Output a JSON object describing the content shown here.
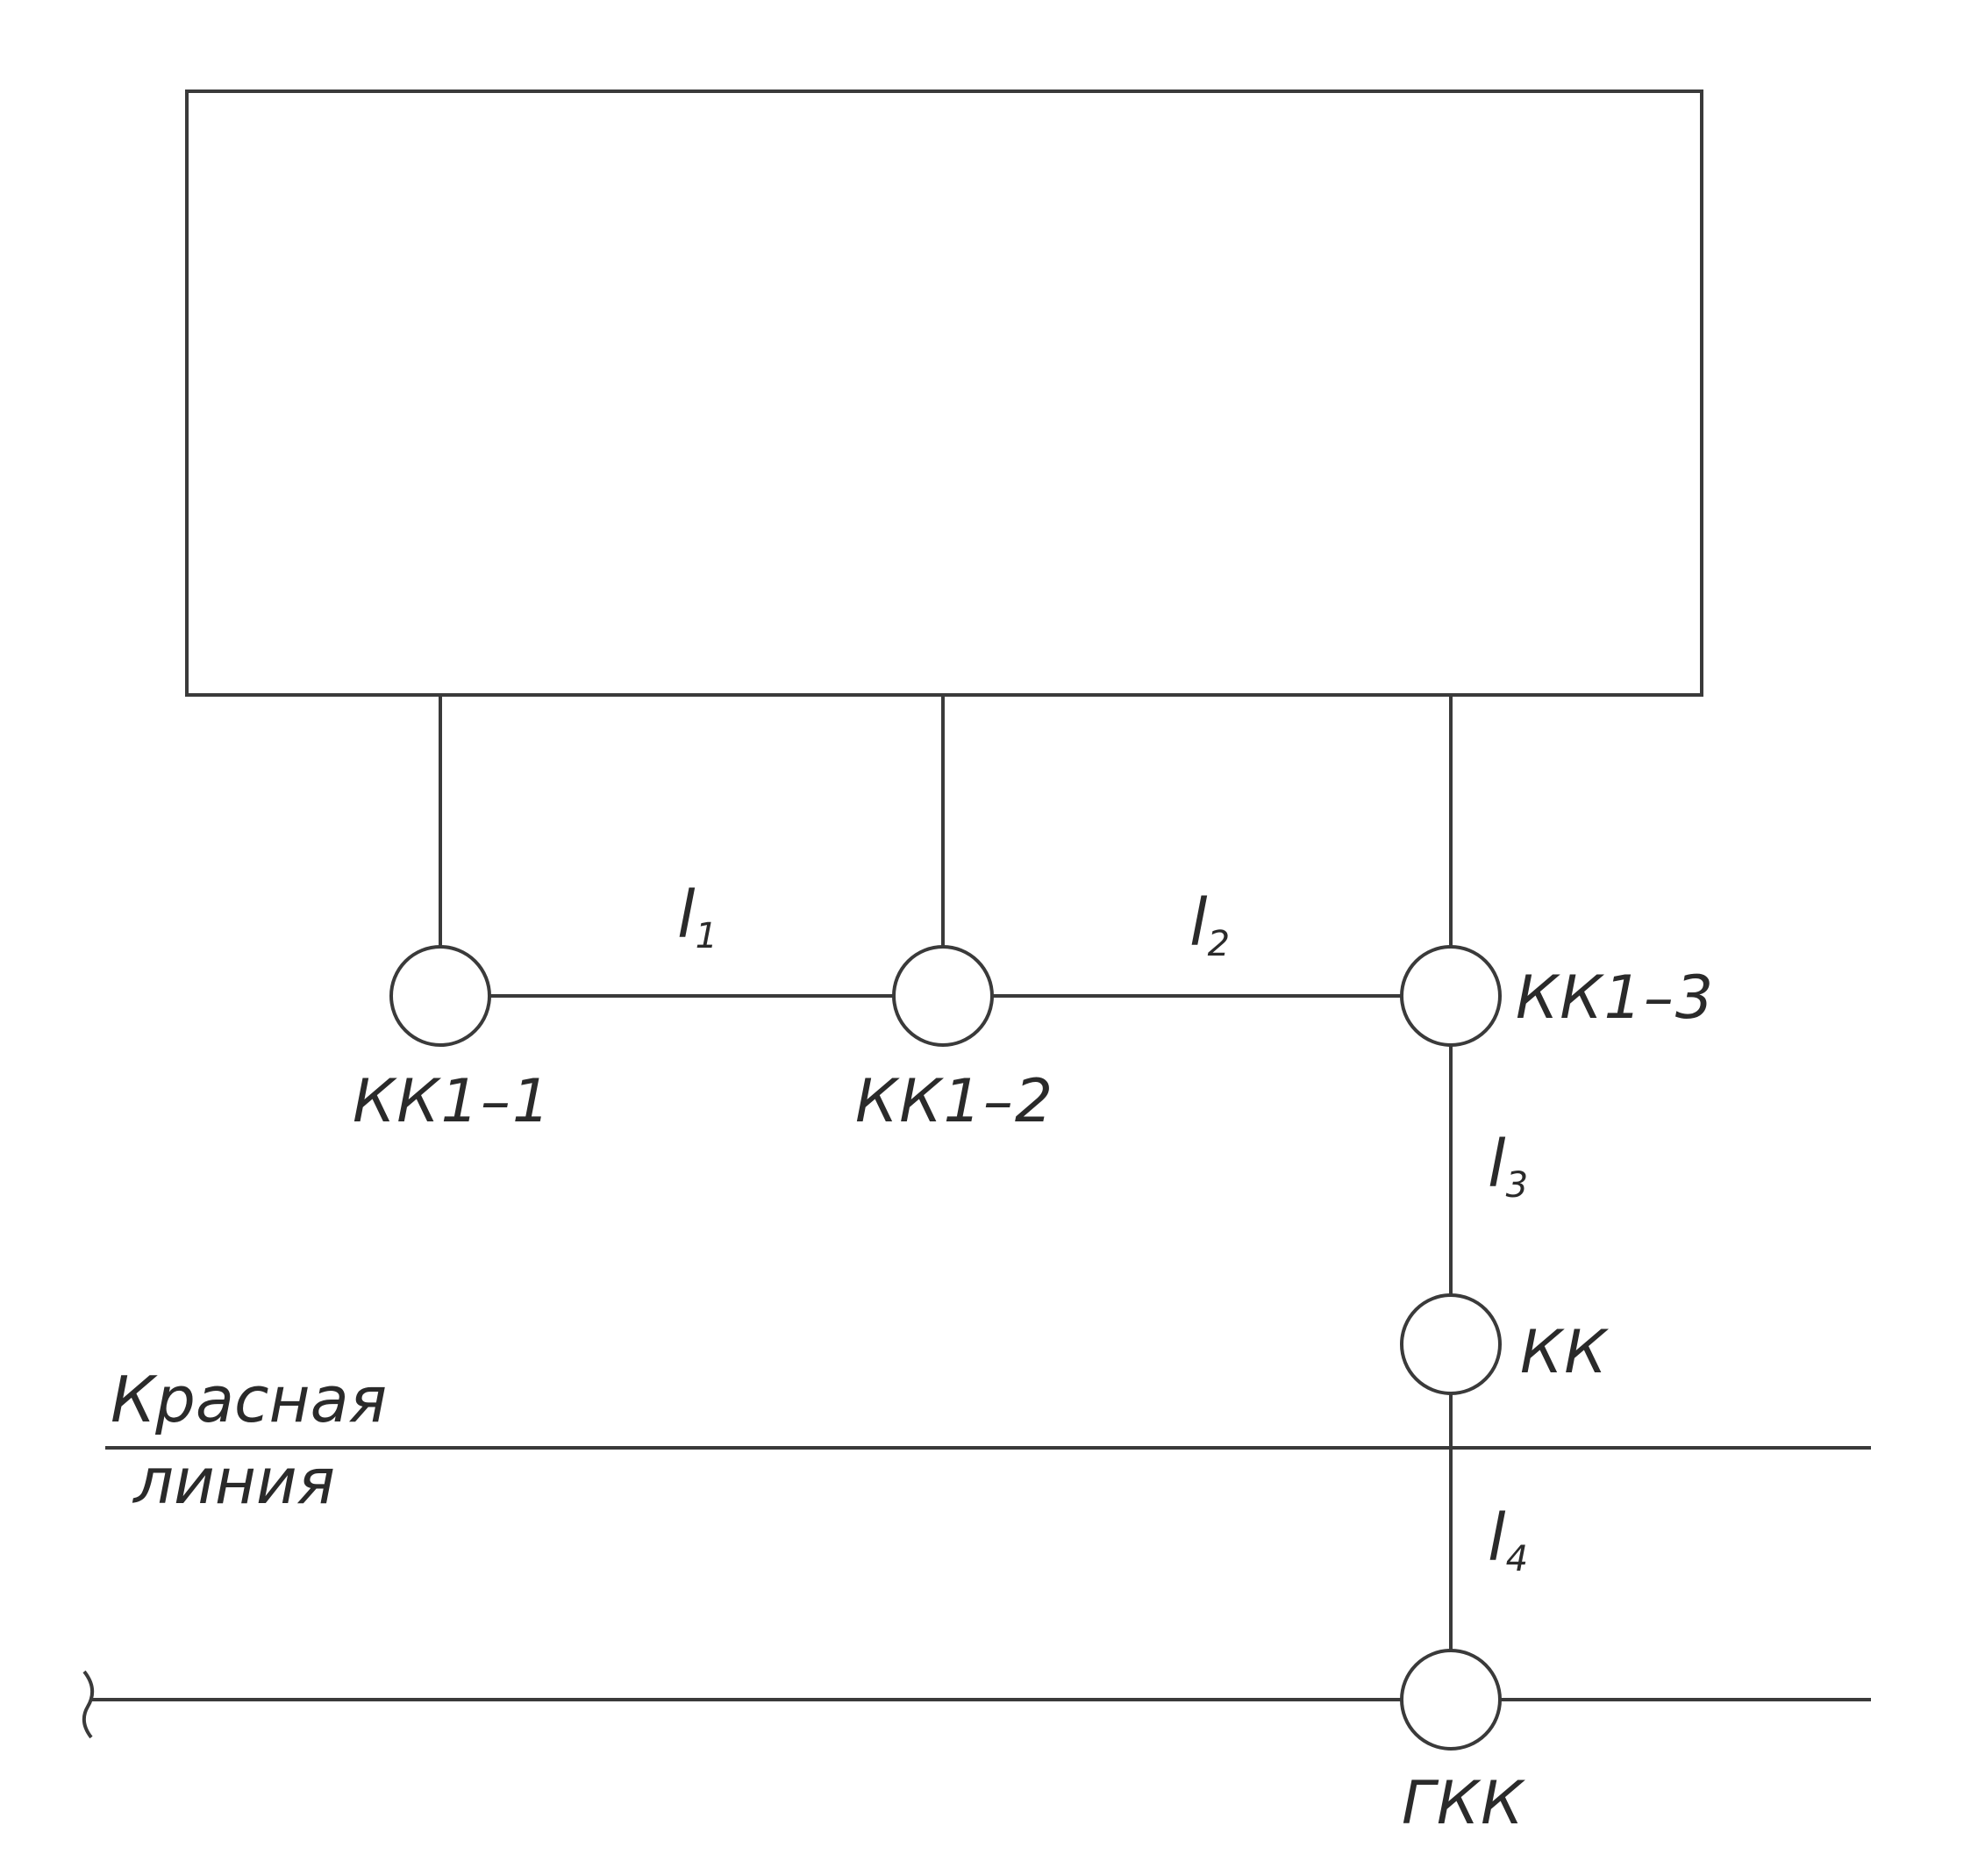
{
  "diagram": {
    "building": "",
    "wells": {
      "kk1_1": "КК1–1",
      "kk1_2": "КК1–2",
      "kk1_3": "КК1–3",
      "kk": "КК",
      "gkk": "ГКК"
    },
    "segments": {
      "l1": {
        "base": "l",
        "index": "1"
      },
      "l2": {
        "base": "l",
        "index": "2"
      },
      "l3": {
        "base": "l",
        "index": "3"
      },
      "l4": {
        "base": "l",
        "index": "4"
      }
    },
    "red_line": {
      "line1": "Красная",
      "line2": "линия"
    }
  }
}
